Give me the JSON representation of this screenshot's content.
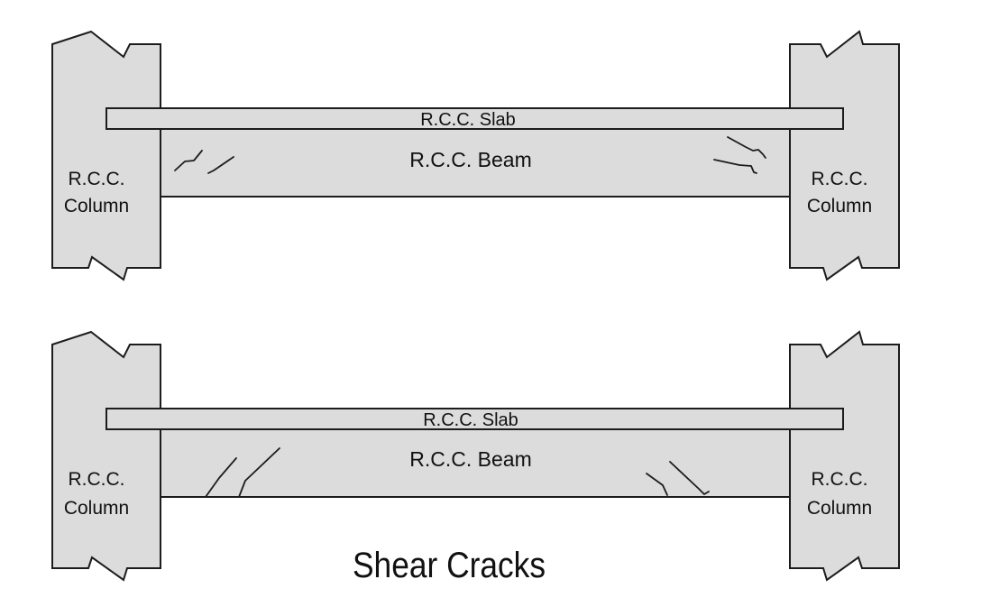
{
  "diagram": {
    "caption": "Shear Cracks",
    "colors": {
      "concrete_fill": "#dcdcdc",
      "outline": "#1c1c1c",
      "background": "#ffffff"
    },
    "figures": [
      {
        "slab_label": "R.C.C. Slab",
        "beam_label": "R.C.C. Beam",
        "left_column_label_line1": "R.C.C.",
        "left_column_label_line2": "Column",
        "right_column_label_line1": "R.C.C.",
        "right_column_label_line2": "Column"
      },
      {
        "slab_label": "R.C.C. Slab",
        "beam_label": "R.C.C. Beam",
        "left_column_label_line1": "R.C.C.",
        "left_column_label_line2": "Column",
        "right_column_label_line1": "R.C.C.",
        "right_column_label_line2": "Column"
      }
    ]
  }
}
